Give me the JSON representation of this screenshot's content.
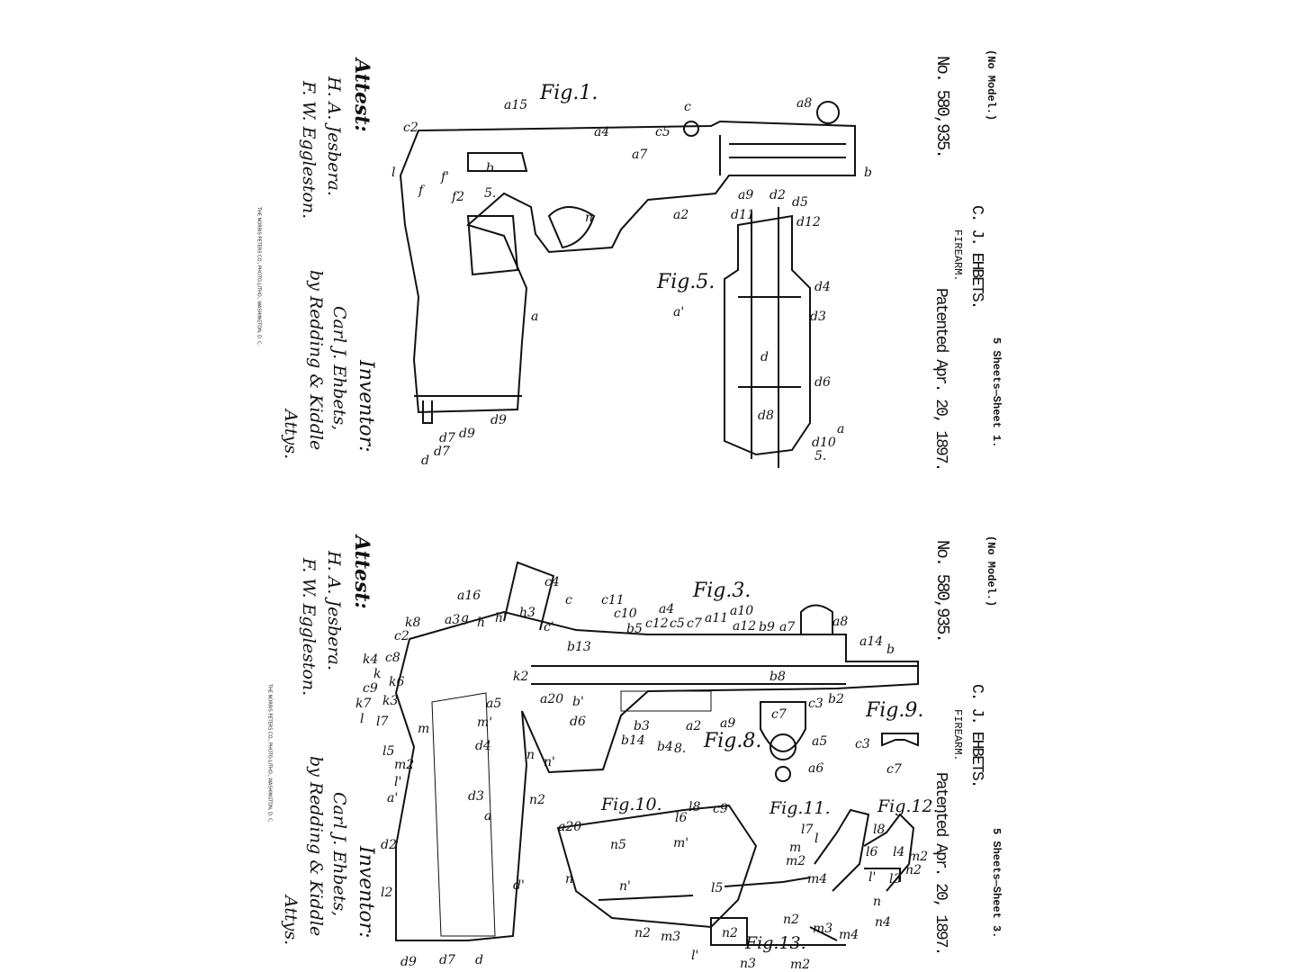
{
  "sheets": [
    {
      "no_model": "(No Model.)",
      "number": "No. 580,935.",
      "inventor_name": "C. J. EHBETS.",
      "title": "FIREARM.",
      "patented": "Patented Apr. 20, 1897.",
      "sheet": "5 Sheets—Sheet 1.",
      "attest": "Attest:",
      "witness1": "H. A. Jesbera.",
      "witness2": "F. W. Eggleston.",
      "inventor_label": "Inventor:",
      "inventor_sig": "Carl J. Ehbets,",
      "attorneys": "by Redding & Kiddle",
      "attys": "Attys.",
      "printer": "THE NORRIS PETERS CO., PHOTO-LITHO., WASHINGTON, D. C.",
      "figures": [
        "Fig.1.",
        "Fig.5."
      ],
      "labels": [
        "a15",
        "c",
        "a8",
        "c2",
        "a4",
        "c5",
        "a7",
        "b",
        "l",
        "f",
        "f'",
        "f2",
        "b",
        "5.",
        "n",
        "a9",
        "d2",
        "d5",
        "a2",
        "d11",
        "d12",
        "d4",
        "a'",
        "d3",
        "a",
        "d",
        "d6",
        "d8",
        "a",
        "d10",
        "d7",
        "d9",
        "d7",
        "d9",
        "d",
        "5."
      ]
    },
    {
      "no_model": "(No Model.)",
      "number": "No. 580,935.",
      "inventor_name": "C. J. EHBETS.",
      "title": "FIREARM.",
      "patented": "Patented Apr. 20, 1897.",
      "sheet": "5 Sheets—Sheet 3.",
      "attest": "Attest:",
      "witness1": "H. A. Jesbera.",
      "witness2": "F. W. Eggleston.",
      "inventor_label": "Inventor:",
      "inventor_sig": "Carl J. Ehbets,",
      "attorneys": "by Redding & Kiddle",
      "attys": "Attys.",
      "printer": "THE NORRIS PETERS CO., PHOTO-LITHO., WASHINGTON, D. C.",
      "figures": [
        "Fig.3.",
        "Fig.9.",
        "Fig.8.",
        "Fig.10.",
        "Fig.11.",
        "Fig.12.",
        "Fig.13."
      ],
      "labels": [
        "c4",
        "c",
        "c11",
        "a16",
        "k8",
        "a3",
        "g",
        "h",
        "h'",
        "h3",
        "c10",
        "b5",
        "c12",
        "a4",
        "c5",
        "c7",
        "a11",
        "a10",
        "a12",
        "b9",
        "a7",
        "a8",
        "c2",
        "c'",
        "b13",
        "a14",
        "b",
        "k4",
        "c8",
        "k2",
        "b8",
        "k",
        "c9",
        "k6",
        "k7",
        "k3",
        "a5",
        "a20",
        "b'",
        "b2",
        "l",
        "l7",
        "m'",
        "d6",
        "b3",
        "a2",
        "a9",
        "m",
        "l5",
        "m2",
        "l'",
        "a'",
        "d4",
        "d3",
        "a",
        "d2",
        "d'",
        "l2",
        "d9",
        "d7",
        "d",
        "b4",
        "8.",
        "b14",
        "c7",
        "c3",
        "a5",
        "a6",
        "c3",
        "c7",
        "n",
        "n'",
        "n2",
        "a20",
        "n5",
        "l6",
        "l8",
        "c9",
        "m'",
        "l5",
        "n",
        "n'",
        "n2",
        "m3",
        "l'",
        "l",
        "l7",
        "m",
        "m2",
        "m4",
        "n2",
        "l8",
        "l6",
        "l4",
        "m2",
        "l3",
        "n2",
        "l'",
        "n4",
        "n",
        "n2",
        "n3",
        "m2",
        "m3",
        "m4"
      ]
    }
  ]
}
